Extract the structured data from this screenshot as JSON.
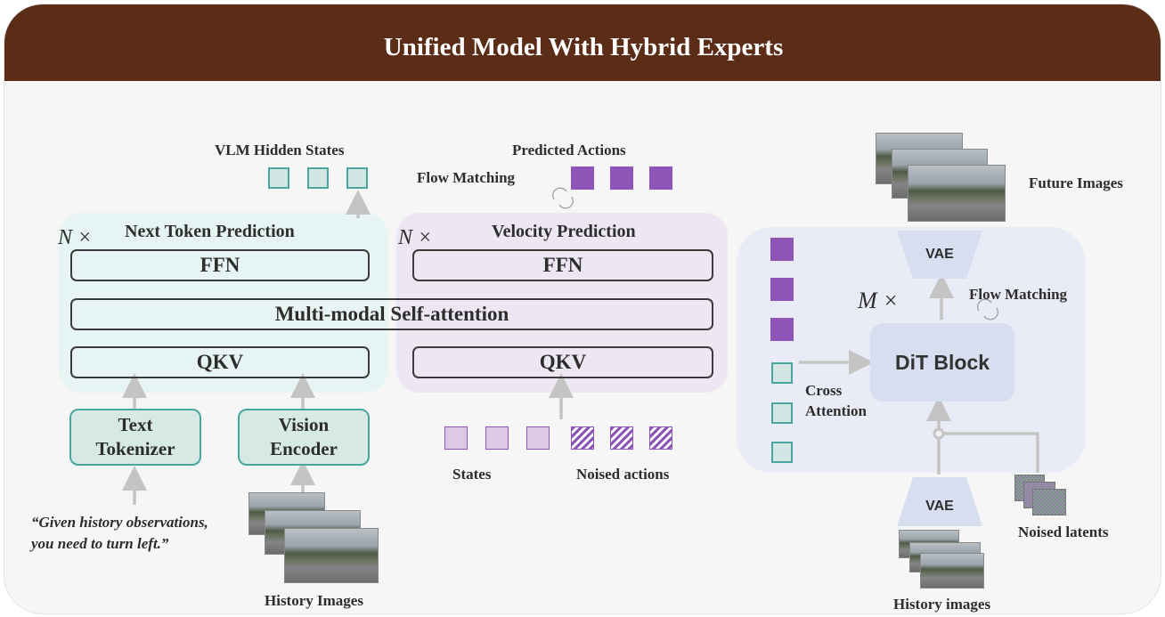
{
  "title": "Unified Model With Hybrid Experts",
  "left_stack": {
    "section_title": "Next Token Prediction",
    "repeat": "N ×",
    "ffn": "FFN",
    "qkv": "QKV",
    "output_label": "VLM Hidden States",
    "text_tokenizer": [
      "Text",
      "Tokenizer"
    ],
    "vision_encoder": [
      "Vision",
      "Encoder"
    ],
    "instruction": [
      "“Given history observations,",
      "you need to turn left.”"
    ],
    "history_label": "History Images"
  },
  "shared_attention": "Multi-modal Self-attention",
  "right_stack": {
    "section_title": "Velocity Prediction",
    "repeat": "N ×",
    "ffn": "FFN",
    "qkv": "QKV",
    "output_label": "Predicted Actions",
    "flow_label": "Flow Matching",
    "states_label": "States",
    "noised_label": "Noised actions"
  },
  "dit": {
    "block": "DiT Block",
    "repeat": "M ×",
    "flow_label": "Flow Matching",
    "vae_top": "VAE",
    "vae_bottom": "VAE",
    "cross_attention": [
      "Cross",
      "Attention"
    ],
    "future_label": "Future Images",
    "history_label": "History images",
    "noised_latents_label": "Noised latents"
  },
  "colors": {
    "header_bg": "#5b2c16",
    "teal": "#4aa69e",
    "purple": "#8e54b8",
    "arrow": "#c4c4c4"
  }
}
